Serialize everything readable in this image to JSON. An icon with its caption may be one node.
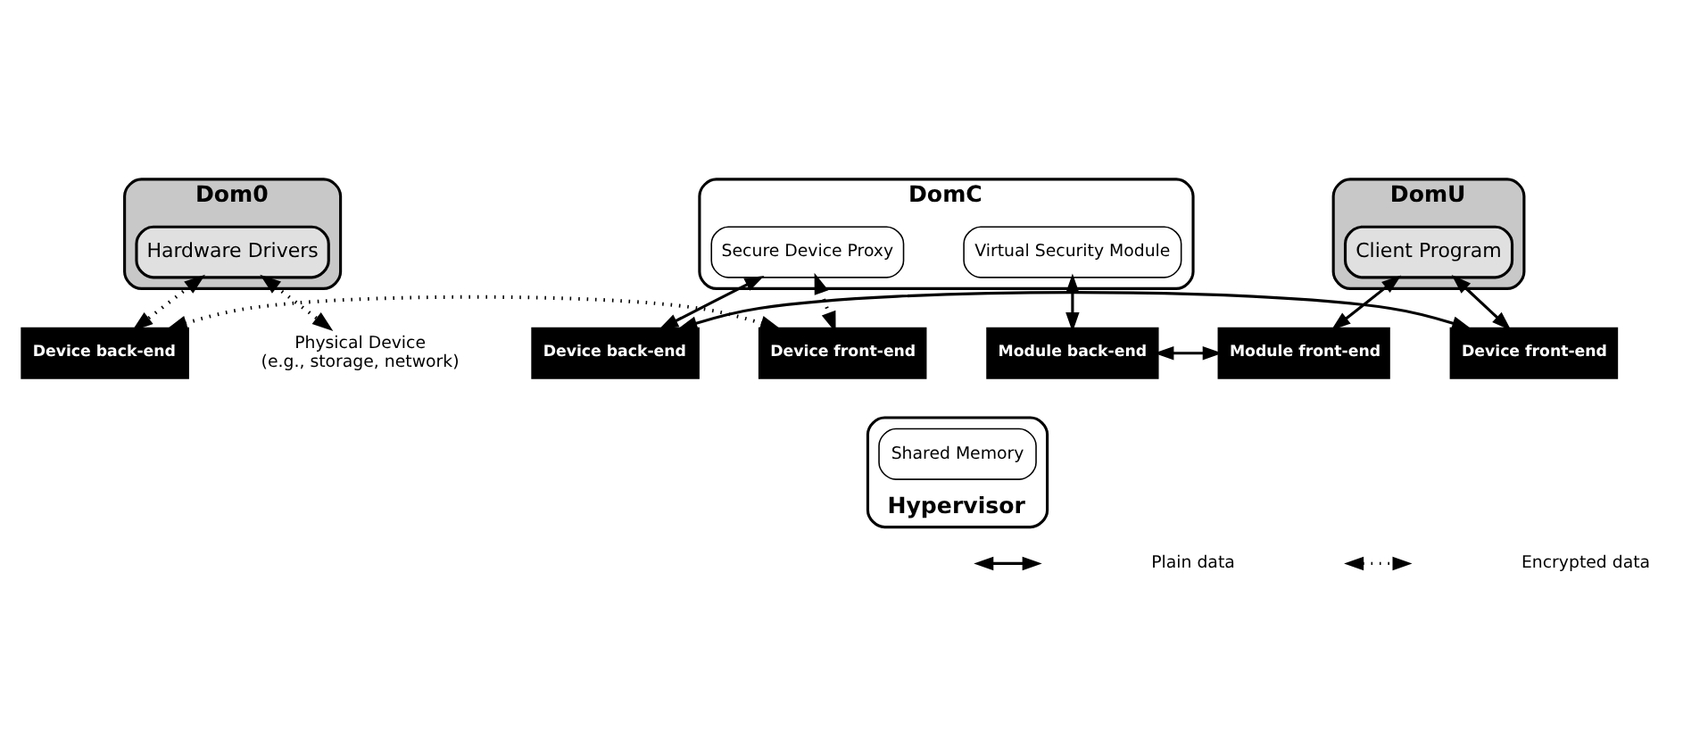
{
  "diagram": {
    "nodes": [
      {
        "text": [
          "Dom0"
        ]
      },
      {
        "text": [
          "Hardware Drivers"
        ],
        "in": 0
      },
      {
        "text": [
          "Device back-end"
        ]
      },
      {
        "text": [
          "DomC"
        ]
      },
      {
        "text": [
          "Secure Device Proxy"
        ],
        "in": 3
      },
      {
        "text": [
          "Virtual Security Module"
        ],
        "in": 3
      },
      {
        "text": [
          "Device front-end"
        ]
      },
      {
        "text": [
          "Device back-end"
        ]
      },
      {
        "text": [
          "Module back-end"
        ]
      },
      {
        "text": [
          "DomU"
        ]
      },
      {
        "text": [
          "Client Program"
        ],
        "in": 9
      },
      {
        "text": [
          "Module front-end"
        ]
      },
      {
        "text": [
          "Device front-end"
        ]
      },
      {
        "text": [
          "Hypervisor"
        ]
      },
      {
        "text": [
          "Shared Memory"
        ],
        "in": 13
      },
      {
        "text": [
          "Physical Device",
          "(e.g., storage, network)"
        ]
      }
    ],
    "edges": [
      {
        "from": 1,
        "to": 15,
        "arrow": "both",
        "style": "dashed"
      },
      {
        "from": 1,
        "to": 2,
        "arrow": "both",
        "style": "dashed"
      },
      {
        "from": 4,
        "to": 6,
        "arrow": "both",
        "style": "dashed"
      },
      {
        "from": 4,
        "to": 7,
        "arrow": "both"
      },
      {
        "from": 5,
        "to": 8,
        "arrow": "both"
      },
      {
        "from": 10,
        "to": 11,
        "arrow": "both"
      },
      {
        "from": 10,
        "to": 12,
        "arrow": "both"
      },
      {
        "from": 2,
        "to": 6,
        "arrow": "both",
        "style": "dashed"
      },
      {
        "from": 7,
        "to": 12,
        "arrow": "both"
      },
      {
        "from": 8,
        "to": 11,
        "arrow": "both"
      }
    ],
    "legend": [
      {
        "text": "Plain data"
      },
      {
        "text": "Encrypted data"
      }
    ]
  }
}
